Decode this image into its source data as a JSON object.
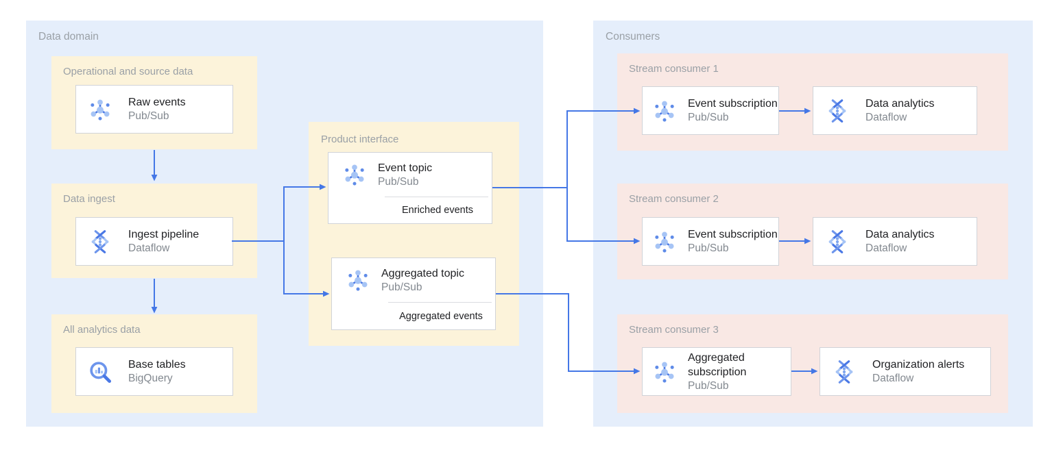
{
  "colors": {
    "container_fill": "#E5EEFB",
    "domain_group_fill": "#FCF3DA",
    "consumer_group_fill": "#F9E8E4",
    "card_border": "#D0D3D8",
    "arrow_blue": "#4477E6",
    "title_text": "#202124",
    "subtitle_text": "#82888F",
    "label_text": "#9AA0A6",
    "icon_blue_light": "#A6C4F5",
    "icon_blue_mid": "#6D95EC",
    "icon_blue_dark": "#4A78E5"
  },
  "containers": {
    "data_domain": {
      "label": "Data domain"
    },
    "consumers": {
      "label": "Consumers"
    }
  },
  "groups": {
    "operational": {
      "label": "Operational and source data"
    },
    "data_ingest": {
      "label": "Data ingest"
    },
    "all_analytics": {
      "label": "All analytics data"
    },
    "product_interface": {
      "label": "Product interface"
    },
    "stream_consumer_1": {
      "label": "Stream consumer 1"
    },
    "stream_consumer_2": {
      "label": "Stream consumer 2"
    },
    "stream_consumer_3": {
      "label": "Stream consumer 3"
    }
  },
  "nodes": {
    "raw_events": {
      "title": "Raw events",
      "product": "Pub/Sub",
      "icon": "pubsub-icon"
    },
    "ingest_pipeline": {
      "title": "Ingest pipeline",
      "product": "Dataflow",
      "icon": "dataflow-icon"
    },
    "base_tables": {
      "title": "Base tables",
      "product": "BigQuery",
      "icon": "bigquery-icon"
    },
    "event_topic": {
      "title": "Event topic",
      "product": "Pub/Sub",
      "caption": "Enriched events",
      "icon": "pubsub-icon"
    },
    "aggregated_topic": {
      "title": "Aggregated topic",
      "product": "Pub/Sub",
      "caption": "Aggregated events",
      "icon": "pubsub-icon"
    },
    "event_subscription_1": {
      "title": "Event subscription",
      "product": "Pub/Sub",
      "icon": "pubsub-icon"
    },
    "data_analytics_1": {
      "title": "Data analytics",
      "product": "Dataflow",
      "icon": "dataflow-icon"
    },
    "event_subscription_2": {
      "title": "Event subscription",
      "product": "Pub/Sub",
      "icon": "pubsub-icon"
    },
    "data_analytics_2": {
      "title": "Data analytics",
      "product": "Dataflow",
      "icon": "dataflow-icon"
    },
    "aggregated_subscription": {
      "title": "Aggregated subscription",
      "product": "Pub/Sub",
      "icon": "pubsub-icon"
    },
    "organization_alerts": {
      "title": "Organization alerts",
      "product": "Dataflow",
      "icon": "dataflow-icon"
    }
  }
}
